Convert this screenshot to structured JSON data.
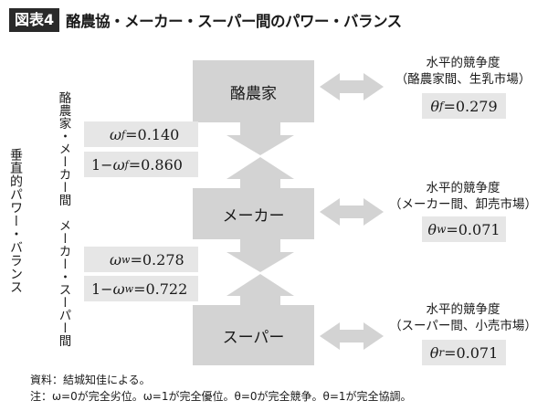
{
  "header": {
    "figure_label": "図表4",
    "title": "酪農協・メーカー・スーパー間のパワー・バランス"
  },
  "vertical_labels": {
    "main": "垂直的パワー・バランス",
    "dairy_maker": "酪農家・メーカー間",
    "maker_super": "メーカー・スーパー間"
  },
  "nodes": {
    "dairy": "酪農家",
    "maker": "メーカー",
    "super": "スーパー"
  },
  "params": {
    "omega_f": {
      "symbol": "ω",
      "sup": "f",
      "text": "=0.140"
    },
    "one_minus_omega_f": {
      "prefix": "1−",
      "symbol": "ω",
      "sup": "f",
      "text": "=0.860"
    },
    "omega_w": {
      "symbol": "ω",
      "sup": "w",
      "text": "=0.278"
    },
    "one_minus_omega_w": {
      "prefix": "1−",
      "symbol": "ω",
      "sup": "w",
      "text": "=0.722"
    }
  },
  "horizontal": [
    {
      "title": "水平的競争度",
      "subtitle": "（酪農家間、生乳市場）",
      "symbol": "θ",
      "sub": "f",
      "value": "=0.279"
    },
    {
      "title": "水平的競争度",
      "subtitle": "（メーカー間、卸売市場）",
      "symbol": "θ",
      "sub": "w",
      "value": "=0.071"
    },
    {
      "title": "水平的競争度",
      "subtitle": "（スーパー間、小売市場）",
      "symbol": "θ",
      "sub": "r",
      "value": "=0.071"
    }
  ],
  "notes": {
    "source": "資料：結城知佳による。",
    "note": "注：ω=0が完全劣位。ω=1が完全優位。θ=0が完全競争。θ=1が完全協調。"
  },
  "colors": {
    "node_fill": "#d3d3d3",
    "box_fill": "#e6e6e6",
    "arrow_fill": "#d3d3d3",
    "header_bg": "#2a2a2a"
  }
}
